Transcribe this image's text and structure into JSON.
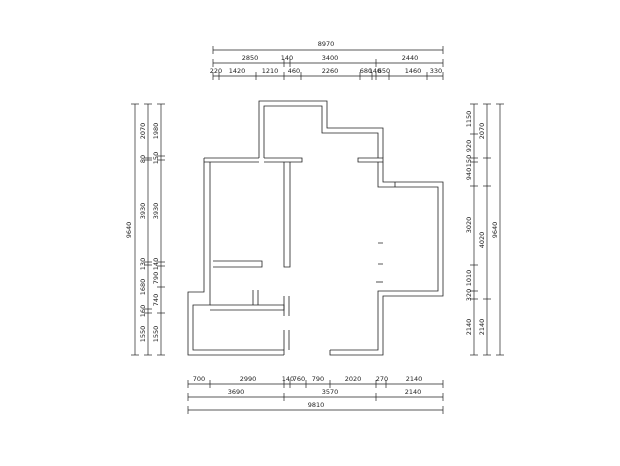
{
  "top_dimensions": {
    "total": "8970",
    "row2": [
      "2850",
      "140",
      "3400",
      "2440"
    ],
    "row3": [
      "220",
      "1420",
      "1210",
      "460",
      "2260",
      "680",
      "140",
      "650",
      "1460",
      "330"
    ]
  },
  "bottom_dimensions": {
    "row1": [
      "700",
      "2990",
      "140",
      "760",
      "790",
      "2020",
      "270",
      "2140"
    ],
    "row2": [
      "3690",
      "3570",
      "2140"
    ],
    "total": "9810"
  },
  "left_dimensions": {
    "total": "9640",
    "outer": [
      "2070",
      "80",
      "3930",
      "130",
      "1680",
      "160",
      "1550"
    ],
    "inner": [
      "1980",
      "150",
      "3930",
      "140",
      "790",
      "740",
      "1550"
    ]
  },
  "right_dimensions": {
    "total": "9640",
    "outer": [
      "1150",
      "920",
      "150",
      "940",
      "3020",
      "1010",
      "320",
      "2140"
    ],
    "inner": [
      "2070",
      "4020",
      "2140"
    ]
  }
}
